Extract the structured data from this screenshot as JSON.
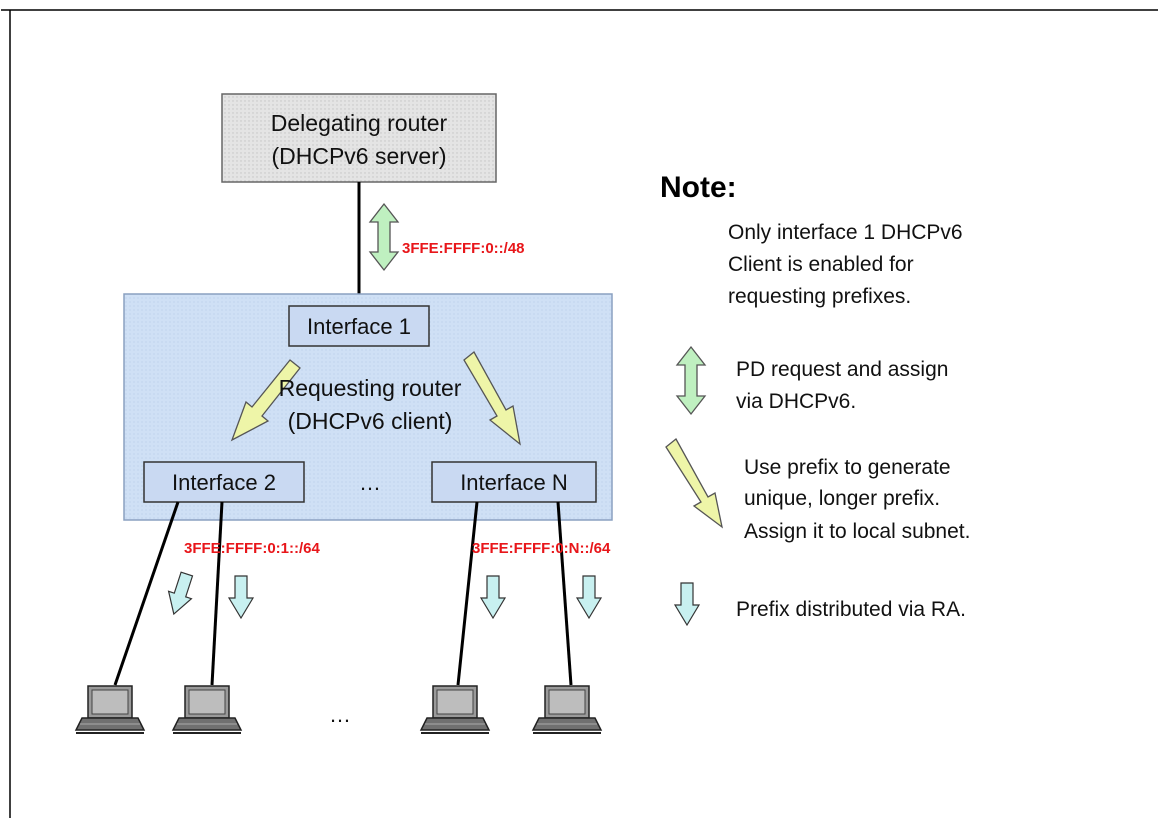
{
  "colors": {
    "prefix": "#e8161a",
    "green_arrow": "#bff0c0",
    "yellow_arrow": "#eef5a8",
    "cyan_arrow": "#c8f0f0",
    "requesting_bg": "#cfe0f5",
    "delegating_bg": "#e6e6e6",
    "interface_bg": "#c9d9f2"
  },
  "delegating_router": {
    "line1": "Delegating router",
    "line2": "(DHCPv6 server)"
  },
  "requesting_router": {
    "line1": "Requesting router",
    "line2": "(DHCPv6 client)"
  },
  "interfaces": {
    "if1": "Interface 1",
    "if2": "Interface 2",
    "ifn": "Interface N",
    "dots": "…"
  },
  "prefixes": {
    "delegated": "3FFE:FFFF:0::/48",
    "subnet1": "3FFE:FFFF:0:1::/64",
    "subnetn": "3FFE:FFFF:0:N::/64"
  },
  "hosts": {
    "dots": "…"
  },
  "legend": {
    "title": "Note:",
    "note_lines": [
      "Only interface 1 DHCPv6",
      "Client is enabled for",
      "requesting prefixes."
    ],
    "green_arrow_lines": [
      "PD request and assign",
      "via DHCPv6."
    ],
    "yellow_arrow_lines": [
      "Use prefix to generate",
      "unique, longer prefix.",
      "Assign it to local subnet."
    ],
    "cyan_arrow_lines": [
      "Prefix distributed via RA."
    ],
    "icons": [
      "double-arrow-icon",
      "diagonal-arrow-icon",
      "down-arrow-icon"
    ]
  }
}
